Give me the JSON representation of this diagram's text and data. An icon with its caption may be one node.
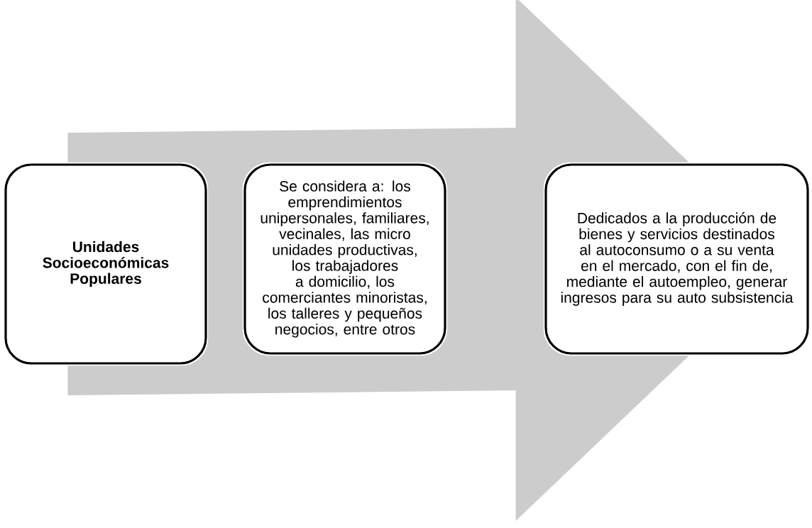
{
  "diagram": {
    "nodes": [
      {
        "text": [
          "Unidades Socioeconómicas Populares"
        ]
      },
      {
        "text": [
          "Se considera a: los emprendimientos unipersonales, familiares, vecinales, las micro unidades productivas, los trabajadores a domicilio, los comerciantes minoristas, los talleres y pequeños negocios, entre otros"
        ]
      },
      {
        "text": [
          "Dedicados a la producción de bienes y servicios destinados al autoconsumo o a su venta en el mercado, con el fin de, mediante el autoempleo, generar ingresos para su auto subsistencia"
        ]
      }
    ],
    "edges": [
      {
        "from": 0,
        "to": 2,
        "arrow": "to"
      }
    ]
  }
}
